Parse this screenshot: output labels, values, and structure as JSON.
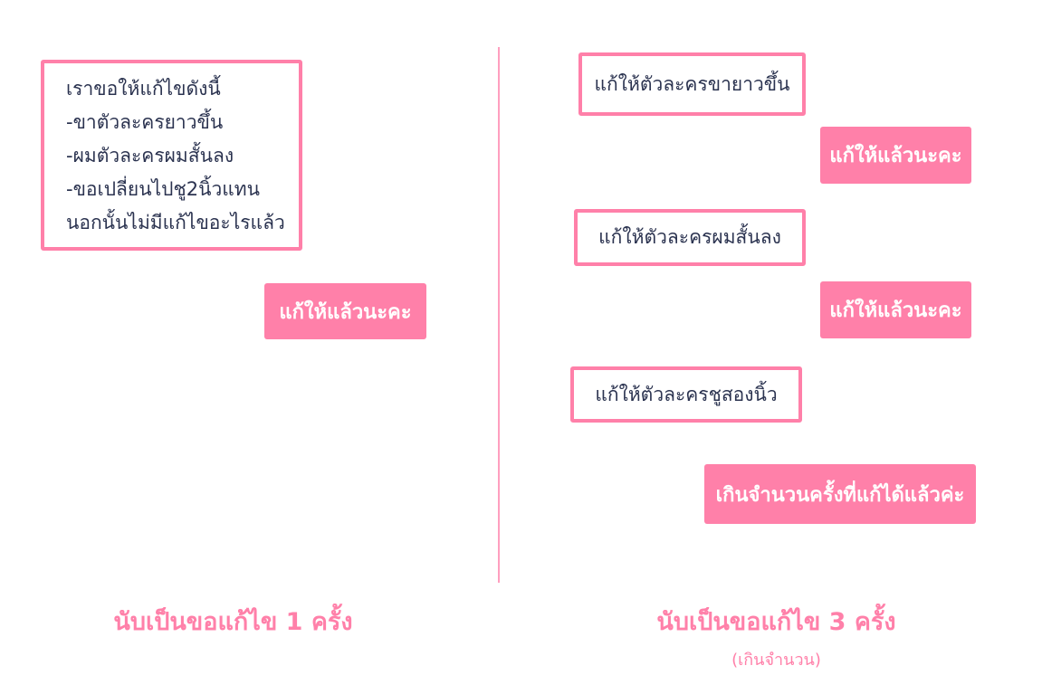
{
  "left": {
    "request_lines": [
      "เราขอให้แก้ไขดังนี้",
      "-ขาตัวละครยาวขึ้น",
      "-ผมตัวละครผมสั้นลง",
      "-ขอเปลี่ยนไปชู2นิ้วแทน",
      "นอกนั้นไม่มีแก้ไขอะไรแล้ว"
    ],
    "reply": "แก้ให้แล้วนะคะ",
    "caption": "นับเป็นขอแก้ไข 1 ครั้ง"
  },
  "right": {
    "messages": [
      {
        "request": "แก้ให้ตัวละครขายาวขึ้น",
        "reply": "แก้ให้แล้วนะคะ"
      },
      {
        "request": "แก้ให้ตัวละครผมสั้นลง",
        "reply": "แก้ให้แล้วนะคะ"
      },
      {
        "request": "แก้ให้ตัวละครชูสองนิ้ว",
        "reply": "เกินจำนวนครั้งที่แก้ได้แล้วค่ะ"
      }
    ],
    "caption": "นับเป็นขอแก้ไข 3 ครั้ง",
    "subcaption": "(เกินจำนวน)"
  },
  "colors": {
    "accent": "#ff80a9",
    "text": "#2b3350"
  }
}
